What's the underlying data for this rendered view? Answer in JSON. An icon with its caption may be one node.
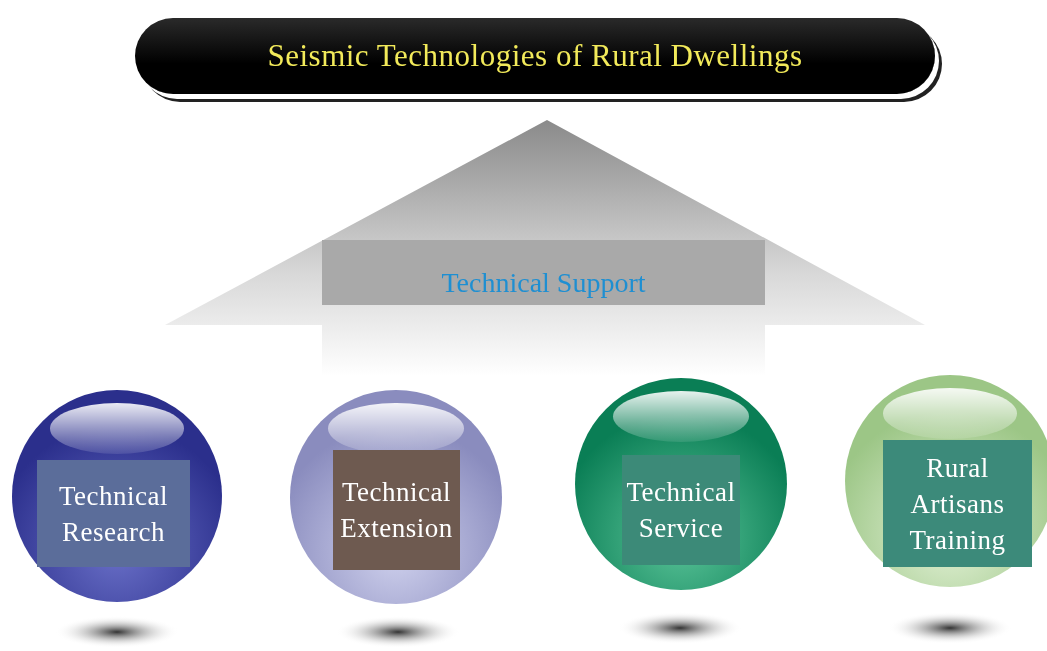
{
  "diagram": {
    "title": "Seismic Technologies of Rural Dwellings",
    "nodes": [
      {
        "text": [
          "Technical Support"
        ]
      },
      {
        "text": [
          "Technical Research"
        ]
      },
      {
        "text": [
          "Technical Extension"
        ]
      },
      {
        "text": [
          "Technical Service"
        ]
      },
      {
        "text": [
          "Rural Artisans Training"
        ]
      }
    ]
  }
}
